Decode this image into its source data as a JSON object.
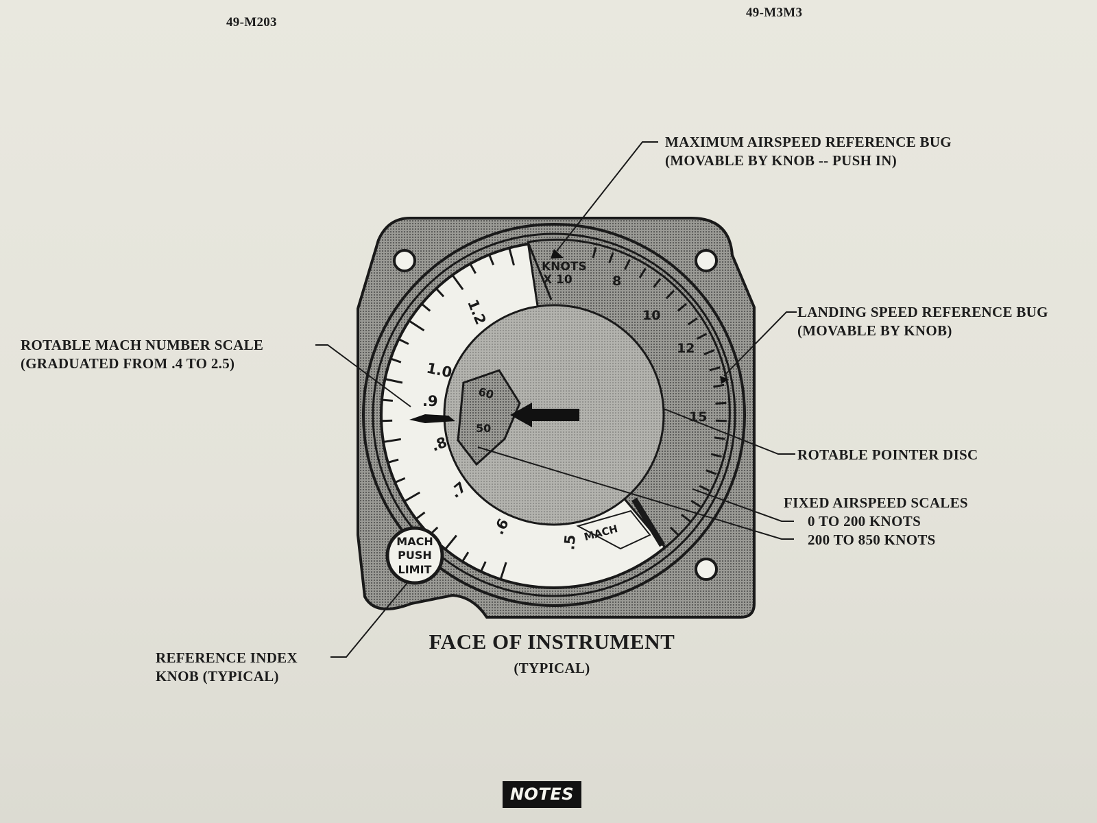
{
  "header": {
    "left_code": "49-M203",
    "right_code": "49-M3M3"
  },
  "figure": {
    "title": "FACE OF INSTRUMENT",
    "subtitle": "(TYPICAL)"
  },
  "callouts": {
    "max_bug": [
      "MAXIMUM AIRSPEED REFERENCE BUG",
      "(MOVABLE BY KNOB -- PUSH IN)"
    ],
    "landing_bug": [
      "LANDING SPEED REFERENCE BUG",
      "(MOVABLE BY KNOB)"
    ],
    "mach_scale": [
      "ROTABLE MACH NUMBER SCALE",
      "(GRADUATED FROM .4 TO 2.5)"
    ],
    "pointer_disc": "ROTABLE POINTER DISC",
    "fixed_scales": [
      "FIXED AIRSPEED SCALES",
      "0 TO 200 KNOTS",
      "200 TO 850 KNOTS"
    ],
    "ref_knob": [
      "REFERENCE INDEX",
      "KNOB (TYPICAL)"
    ]
  },
  "dial": {
    "knots_label": [
      "KNOTS",
      "X 10"
    ],
    "outer_numbers": [
      "8",
      "10",
      "12",
      "15"
    ],
    "inner_numbers": [
      "60",
      "50"
    ],
    "mach_numbers": [
      "1.2",
      "1.0",
      ".9",
      ".8",
      ".7",
      ".6",
      ".5"
    ],
    "mach_window": "MACH",
    "knob_label": [
      "MACH",
      "PUSH",
      "LIMIT"
    ]
  },
  "notes_label": "NOTES",
  "colors": {
    "ink": "#1c1c1c",
    "paper": "#e6e5dc",
    "dial_gray": "#9d9d98",
    "bezel_gray": "#8c8c88"
  }
}
